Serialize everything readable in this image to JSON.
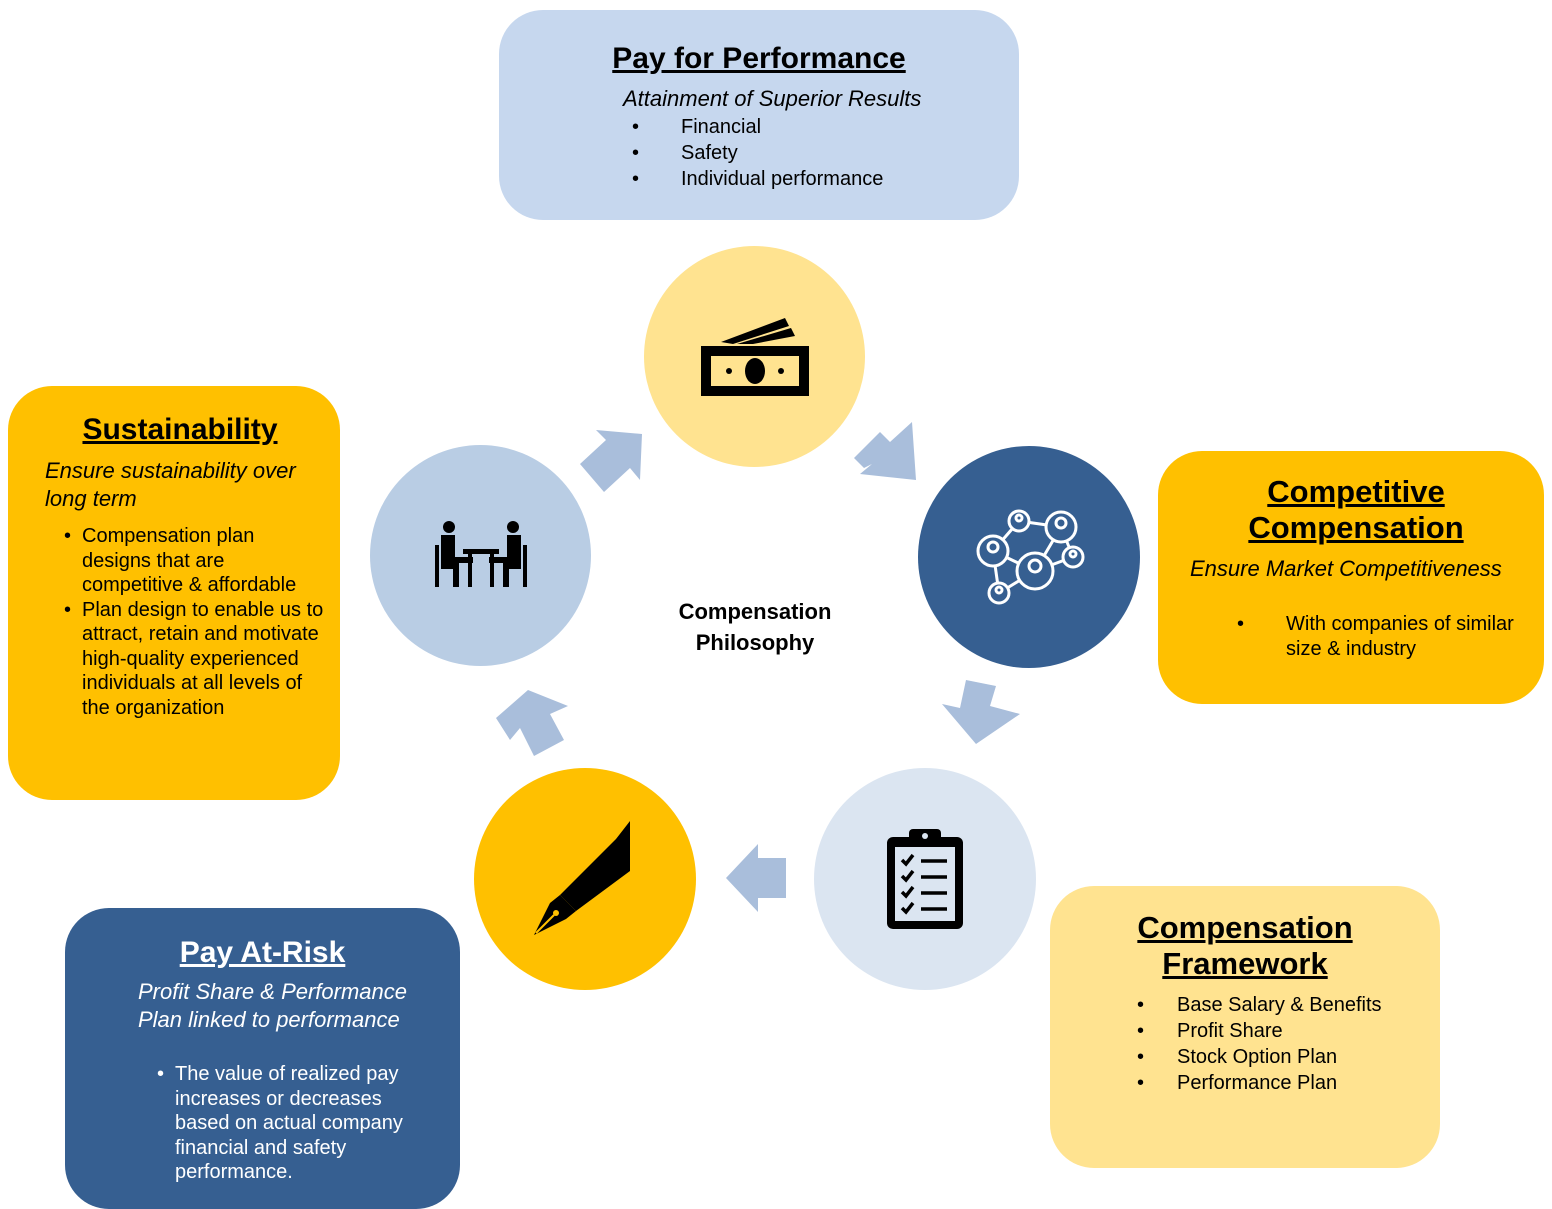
{
  "center": {
    "line1": "Compensation",
    "line2": "Philosophy"
  },
  "pay_for_performance": {
    "title": "Pay for Performance",
    "subtitle": "Attainment of Superior Results",
    "items": [
      "Financial",
      "Safety",
      "Individual performance"
    ]
  },
  "sustainability": {
    "title": "Sustainability",
    "subtitle": "Ensure sustainability over long term",
    "items": [
      "Compensation plan designs that are competitive & affordable",
      "Plan design to enable us to attract, retain and motivate high-quality experienced individuals at all levels of the organization"
    ]
  },
  "competitive_compensation": {
    "title_line1": "Competitive",
    "title_line2": "Compensation",
    "subtitle": "Ensure Market Competitiveness",
    "items": [
      "With companies of similar size & industry"
    ]
  },
  "compensation_framework": {
    "title_line1": "Compensation",
    "title_line2": "Framework",
    "items": [
      "Base Salary & Benefits",
      "Profit Share",
      "Stock Option Plan",
      "Performance Plan"
    ]
  },
  "pay_at_risk": {
    "title": "Pay At-Risk",
    "subtitle": "Profit Share & Performance Plan linked to performance",
    "items": [
      "The value of realized pay increases or decreases based on actual company financial and safety performance."
    ]
  },
  "circle_icons": {
    "pay": "money-icon",
    "competitive": "network-icon",
    "framework": "checklist-icon",
    "risk": "pen-icon",
    "sustainability": "meeting-icon"
  },
  "colors": {
    "light_blue": "#c6d7ee",
    "gold": "#ffc000",
    "light_yellow": "#ffe390",
    "navy": "#365f91",
    "pale_blue": "#dbe5f1",
    "arrow": "#a9bedb"
  }
}
